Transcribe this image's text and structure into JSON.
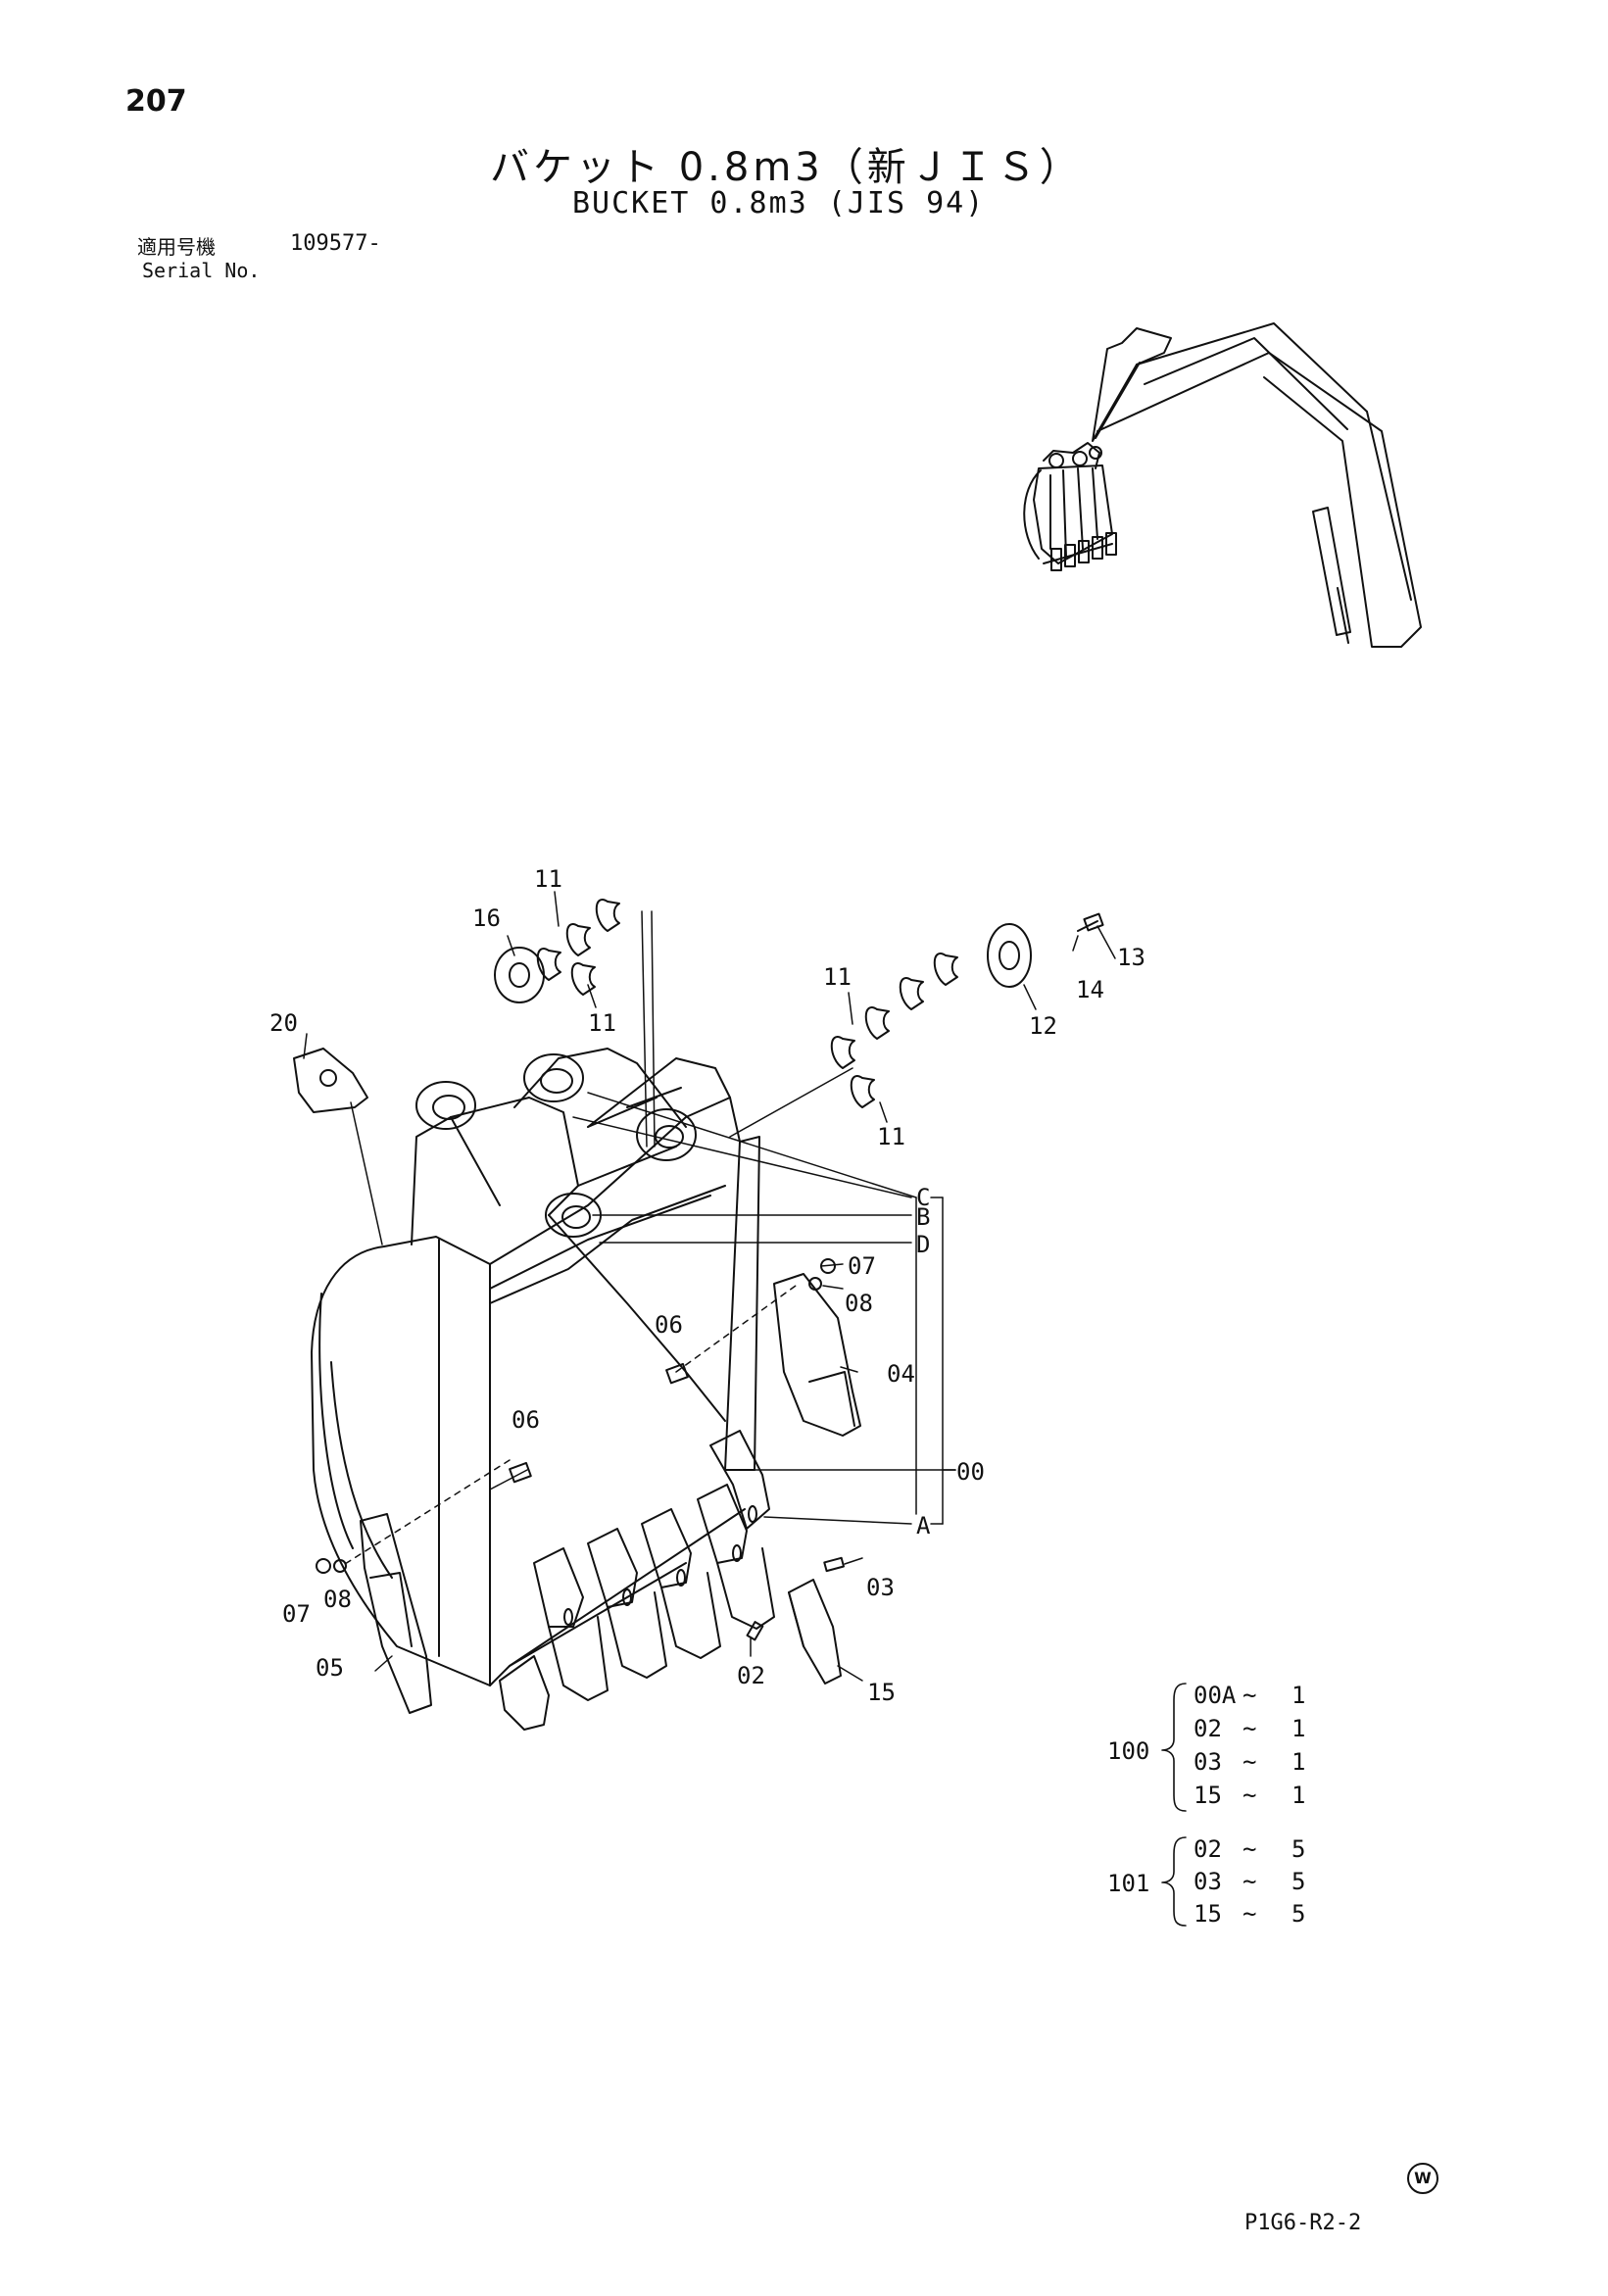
{
  "page_number": "207",
  "title_ja": "バケット 0.8m3（新ＪＩＳ）",
  "title_en": "BUCKET 0.8m3 (JIS 94)",
  "serial_label_ja": "適用号機",
  "serial_label_en": "Serial No.",
  "serial_value": "109577-",
  "callouts": {
    "p11a": "11",
    "p11b": "11",
    "p11c": "11",
    "p11d": "11",
    "p16": "16",
    "p13": "13",
    "p14": "14",
    "p12": "12",
    "p20": "20",
    "pC": "C",
    "pB": "B",
    "pD": "D",
    "pA": "A",
    "p07a": "07",
    "p08a": "08",
    "p06a": "06",
    "p04": "04",
    "p06b": "06",
    "p00": "00",
    "p07b": "07",
    "p08b": "08",
    "p05": "05",
    "p03": "03",
    "p02": "02",
    "p15": "15"
  },
  "parts_sets": [
    {
      "id": "100",
      "items": [
        {
          "code": "00A",
          "sep": "~",
          "qty": "1"
        },
        {
          "code": "02",
          "sep": "~",
          "qty": "1"
        },
        {
          "code": "03",
          "sep": "~",
          "qty": "1"
        },
        {
          "code": "15",
          "sep": "~",
          "qty": "1"
        }
      ]
    },
    {
      "id": "101",
      "items": [
        {
          "code": "02",
          "sep": "~",
          "qty": "5"
        },
        {
          "code": "03",
          "sep": "~",
          "qty": "5"
        },
        {
          "code": "15",
          "sep": "~",
          "qty": "5"
        }
      ]
    }
  ],
  "drawing_code": "P1G6-R2-2",
  "mark": "W"
}
